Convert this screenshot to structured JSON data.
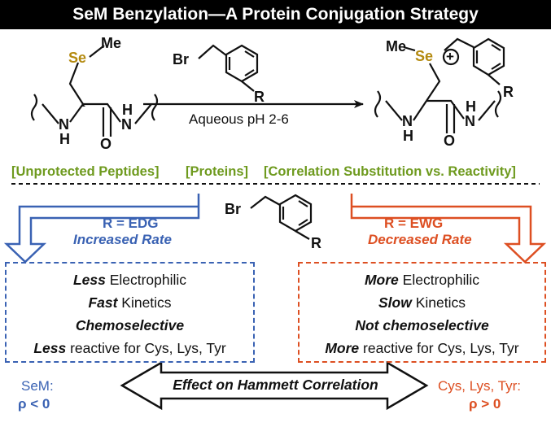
{
  "title": "SeM Benzylation—A Protein Conjugation Strategy",
  "reaction": {
    "conditions": "Aqueous pH 2-6",
    "reagent_atoms": {
      "br": "Br",
      "r": "R"
    },
    "start_atoms": {
      "se": "Se",
      "me": "Me",
      "n": "N",
      "h": "H",
      "o": "O"
    },
    "product_atoms": {
      "me": "Me",
      "se": "Se",
      "plus": "+",
      "r": "R"
    }
  },
  "tags": [
    "[Unprotected Peptides]",
    "[Proteins]",
    "[Correlation Substitution vs. Reactivity]"
  ],
  "middle_reagent": {
    "br": "Br",
    "r": "R"
  },
  "left_panel": {
    "heading": "R = EDG",
    "subheading": "Increased Rate",
    "lines": [
      {
        "em": "Less",
        "rest": " Electrophilic"
      },
      {
        "em": "Fast",
        "rest": " Kinetics"
      },
      {
        "em": "Chemoselective",
        "rest": ""
      },
      {
        "em": "Less",
        "rest": " reactive for Cys, Lys, Tyr"
      }
    ],
    "color": "#3a62b3"
  },
  "right_panel": {
    "heading": "R = EWG",
    "subheading": "Decreased Rate",
    "lines": [
      {
        "em": "More",
        "rest": " Electrophilic"
      },
      {
        "em": "Slow",
        "rest": " Kinetics"
      },
      {
        "em": "Not chemoselective",
        "rest": ""
      },
      {
        "em": "More",
        "rest": " reactive for Cys, Lys, Tyr"
      }
    ],
    "color": "#dd4f22"
  },
  "bottom": {
    "arrow_label": "Effect on Hammett Correlation",
    "left_label": "SeM:",
    "left_value": "ρ < 0",
    "right_label": "Cys, Lys, Tyr:",
    "right_value": "ρ > 0"
  }
}
